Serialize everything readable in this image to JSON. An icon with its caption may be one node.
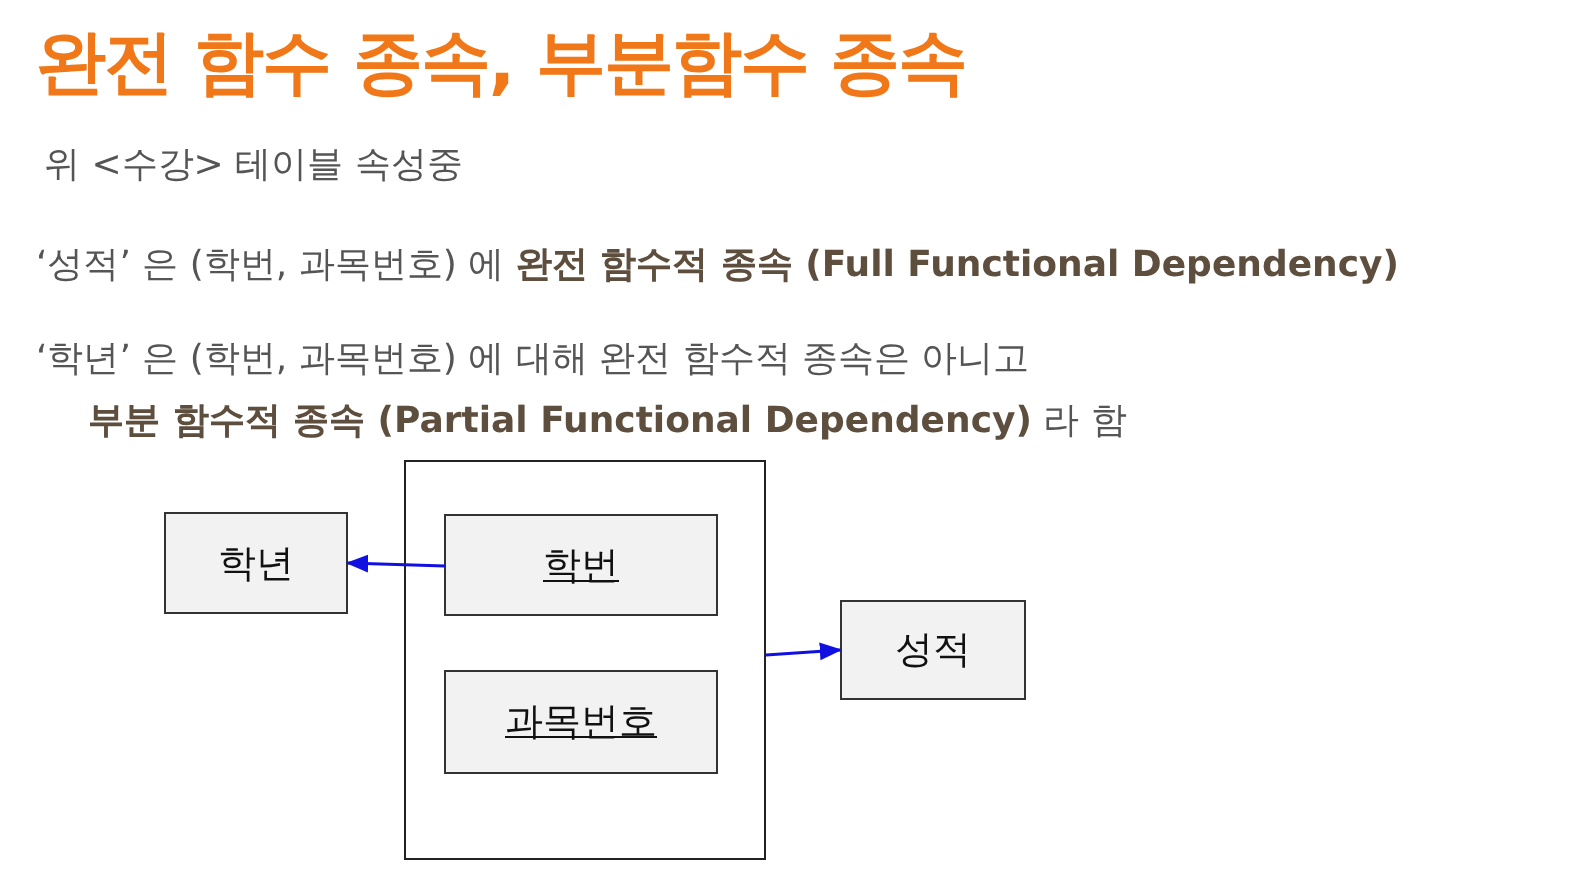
{
  "diagram": {
    "title": "완전 함수 종속, 부분함수 종속",
    "nodes": [
      {
        "text": [
          "학년"
        ]
      },
      {
        "text": [],
        "shape": "box"
      },
      {
        "text": [
          "학번"
        ],
        "in": 1
      },
      {
        "text": [
          "과목번호"
        ],
        "in": 1
      },
      {
        "text": [
          "성적"
        ]
      }
    ],
    "edges": [
      {
        "from": 2,
        "to": 0,
        "arrow": "to"
      },
      {
        "from": 1,
        "to": 4,
        "arrow": "to"
      }
    ],
    "labels": [
      "위 <수강> 테이블 속성중",
      "‘성적’ 은 (학번, 과목번호) 에 **완전 함수적 종속 (Full Functional Dependency)**",
      "‘학년’ 은 (학번, 과목번호) 에 대해 완전 함수적 종속은 아니고",
      "**부분 함수적 종속 (Partial Functional Dependency)** 라 함"
    ]
  }
}
